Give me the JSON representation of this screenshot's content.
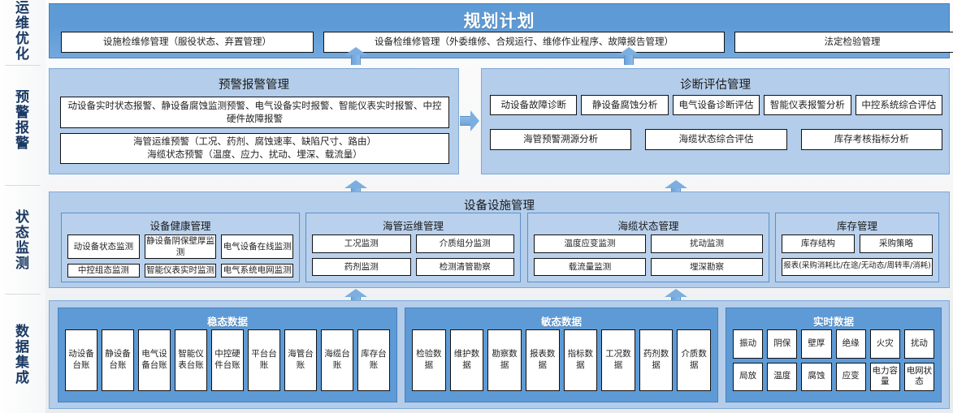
{
  "rail": {
    "items": [
      {
        "label": "运维优化"
      },
      {
        "label": "预警报警"
      },
      {
        "label": "状态监测"
      },
      {
        "label": "数据集成"
      }
    ]
  },
  "plan": {
    "title": "规划计划",
    "boxes": [
      "设施检维修管理（服役状态、弃置管理）",
      "设备检维修管理（外委维修、合规运行、维修作业程序、故障报告管理）",
      "法定检验管理"
    ]
  },
  "warning": {
    "title": "预警报警管理",
    "box1": "动设备实时状态报警、静设备腐蚀监测预警、电气设备实时报警、智能仪表实时报警、中控硬件故障报警",
    "box2_line1": "海管运维预警（工况、药剂、腐蚀速率、缺陷尺寸、路由）",
    "box2_line2": "海缆状态预警（温度、应力、扰动、埋深、载流量）"
  },
  "diagnosis": {
    "title": "诊断评估管理",
    "row1": [
      "动设备故障诊断",
      "静设备腐蚀分析",
      "电气设备诊断评估",
      "智能仪表报警分析",
      "中控系统综合评估"
    ],
    "row2": [
      "海管预警溯源分析",
      "海缆状态综合评估",
      "库存考核指标分析"
    ]
  },
  "equipment": {
    "title": "设备设施管理",
    "groups": [
      {
        "title": "设备健康管理",
        "rows": [
          [
            "动设备状态监测",
            "静设备阴保壁厚监测",
            "电气设备在线监测"
          ],
          [
            "中控组态监测",
            "智能仪表实时监测",
            "电气系统电网监测"
          ]
        ]
      },
      {
        "title": "海管运维管理",
        "rows": [
          [
            "工况监测",
            "介质组分监测"
          ],
          [
            "药剂监测",
            "检测清管勘察"
          ]
        ]
      },
      {
        "title": "海缆状态管理",
        "rows": [
          [
            "温度应变监测",
            "扰动监测"
          ],
          [
            "载流量监测",
            "埋深勘察"
          ]
        ]
      },
      {
        "title": "库存管理",
        "rows": [
          [
            "库存结构",
            "采购策略"
          ],
          [
            "报表(采购消耗比/在途/无动态/周转率/消耗)"
          ]
        ]
      }
    ]
  },
  "data_integration": {
    "groups": [
      {
        "title": "稳态数据",
        "layout": "single-row",
        "items": [
          "动设备台账",
          "静设备台账",
          "电气设备台账",
          "智能仪表台账",
          "中控硬件台账",
          "平台台账",
          "海管台账",
          "海缆台账",
          "库存台账"
        ]
      },
      {
        "title": "敏态数据",
        "layout": "single-row",
        "items": [
          "检验数据",
          "维护数据",
          "勘察数据",
          "报表数据",
          "指标数据",
          "工况数据",
          "药剂数据",
          "介质数据"
        ]
      },
      {
        "title": "实时数据",
        "layout": "two-rows",
        "rows": [
          [
            "振动",
            "阴保",
            "壁厚",
            "绝缘",
            "火灾",
            "扰动"
          ],
          [
            "局放",
            "温度",
            "腐蚀",
            "应变",
            "电力容量",
            "电网状态"
          ]
        ]
      }
    ]
  },
  "colors": {
    "header_blue": "#5e9bd6",
    "panel_blue": "#b3cdea",
    "panel_border": "#7fa9d6",
    "sub_blue": "#b9d1ec",
    "arrow_blue": "#7cafe0",
    "rail_text": "#1b3a63"
  }
}
